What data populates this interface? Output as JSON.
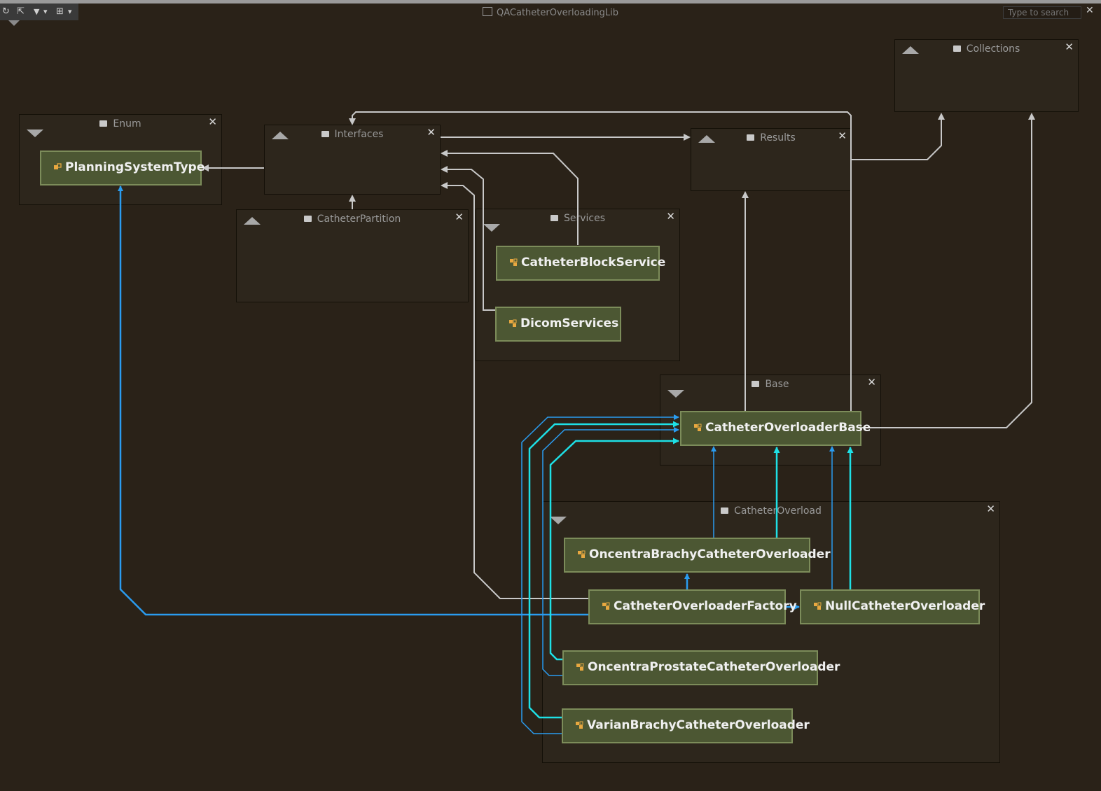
{
  "window": {
    "title": "QACatheterOverloadingLib",
    "search_placeholder": "Type to search",
    "close_glyph": "✕"
  },
  "toolbar": {
    "refresh_icon": "↻",
    "export_icon": "⇱",
    "filter_icon": "▼",
    "layout_icon": "⊞",
    "dropdown_glyph": "▾"
  },
  "groups": {
    "enum": {
      "label": "Enum",
      "state": "expanded"
    },
    "interfaces": {
      "label": "Interfaces",
      "state": "collapsed"
    },
    "catheter_partition": {
      "label": "CatheterPartition",
      "state": "collapsed"
    },
    "services": {
      "label": "Services",
      "state": "expanded"
    },
    "results": {
      "label": "Results",
      "state": "collapsed"
    },
    "collections": {
      "label": "Collections",
      "state": "collapsed"
    },
    "base": {
      "label": "Base",
      "state": "expanded"
    },
    "catheter_overload": {
      "label": "CatheterOverload",
      "state": "expanded"
    }
  },
  "nodes": {
    "planning_system_type": "PlanningSystemType",
    "catheter_block_service": "CatheterBlockService",
    "dicom_services": "DicomServices",
    "catheter_overloader_base": "CatheterOverloaderBase",
    "oncentra_brachy": "OncentraBrachyCatheterOverloader",
    "catheter_overloader_factory": "CatheterOverloaderFactory",
    "null_catheter_overloader": "NullCatheterOverloader",
    "oncentra_prostate": "OncentraProstateCatheterOverloader",
    "varian_brachy": "VarianBrachyCatheterOverloader"
  },
  "colors": {
    "background": "#2a2218",
    "group_fill": "#2d261c",
    "node_fill": "#4c5733",
    "node_border": "#7c8c5a",
    "link_gray": "#c8c8c8",
    "link_blue": "#2a9cf0",
    "link_cyan": "#1ee0e6"
  }
}
